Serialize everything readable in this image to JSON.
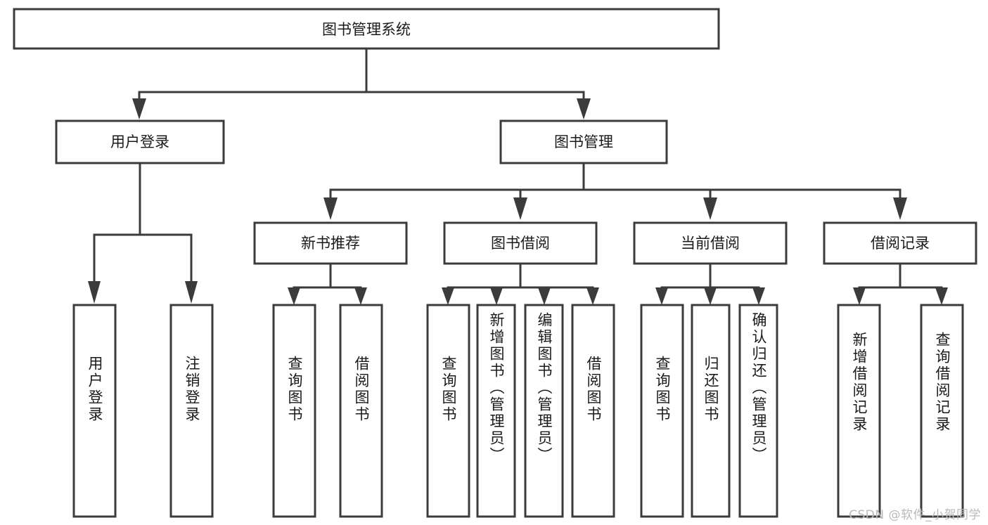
{
  "diagram": {
    "type": "tree",
    "title": "图书管理系统",
    "watermark": "CSDN @软件_小贺同学",
    "colors": {
      "stroke": "#3b3b3b",
      "box_fill": "#ffffff",
      "text": "#1a1a1a",
      "background": "#ffffff",
      "watermark": "#b9b9b9"
    },
    "root": {
      "label": "图书管理系统"
    },
    "level2": [
      {
        "label": "用户登录"
      },
      {
        "label": "图书管理"
      }
    ],
    "level3": [
      {
        "label": "新书推荐"
      },
      {
        "label": "图书借阅"
      },
      {
        "label": "当前借阅"
      },
      {
        "label": "借阅记录"
      }
    ],
    "leaves": {
      "user_login": [
        {
          "label": "用户登录"
        },
        {
          "label": "注销登录"
        }
      ],
      "new_book_recommend": [
        {
          "label": "查询图书"
        },
        {
          "label": "借阅图书"
        }
      ],
      "book_borrow": [
        {
          "label": "查询图书"
        },
        {
          "label": "新增图书（管理员）"
        },
        {
          "label": "编辑图书（管理员）"
        },
        {
          "label": "借阅图书"
        }
      ],
      "current_borrow": [
        {
          "label": "查询图书"
        },
        {
          "label": "归还图书"
        },
        {
          "label": "确认归还（管理员）"
        }
      ],
      "borrow_records": [
        {
          "label": "新增借阅记录"
        },
        {
          "label": "查询借阅记录"
        }
      ]
    }
  }
}
